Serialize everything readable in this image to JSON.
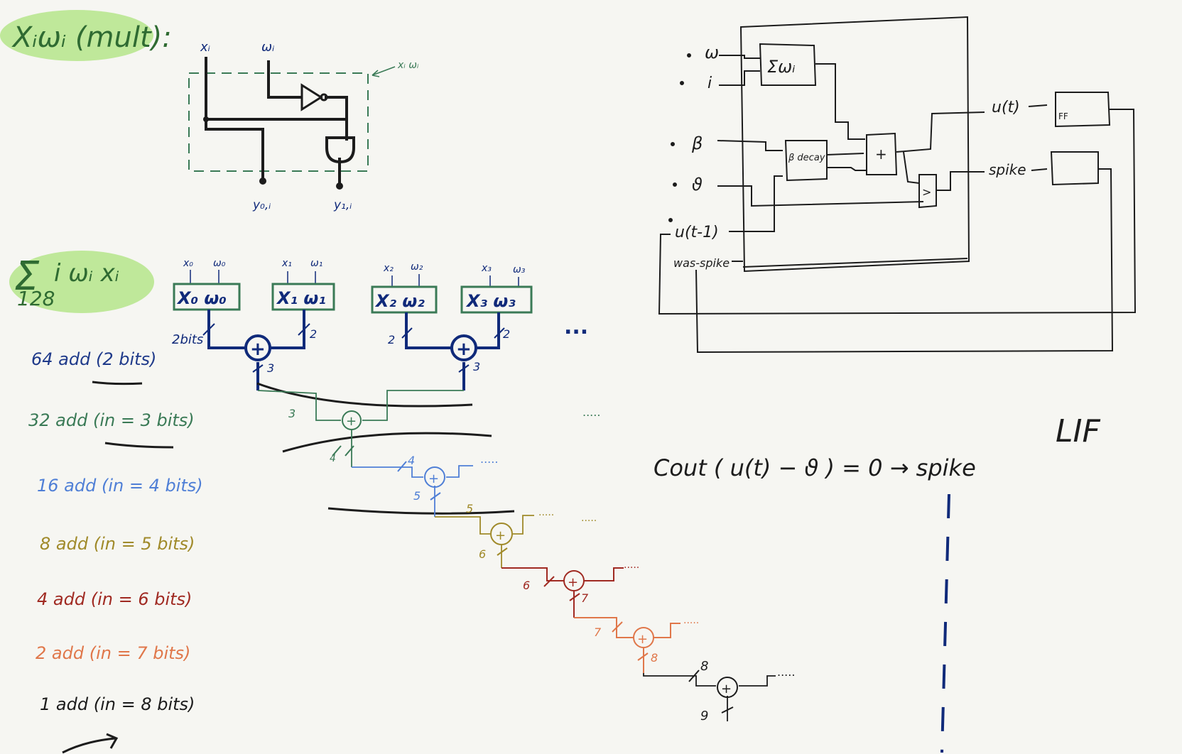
{
  "mult_section": {
    "title": "Xᵢωᵢ (mult):",
    "in_x": "xᵢ",
    "in_w": "ωᵢ",
    "box_label": "xᵢ ωᵢ",
    "out_y0": "y₀,ᵢ",
    "out_y1": "y₁,ᵢ"
  },
  "sum_section": {
    "title_sigma": "Σ",
    "title_sub": "128",
    "title_rest": "i ωᵢ xᵢ",
    "blocks": [
      {
        "label": "X₀ ω₀",
        "in_x": "x₀",
        "in_w": "ω₀"
      },
      {
        "label": "X₁ ω₁",
        "in_x": "x₁",
        "in_w": "ω₁"
      },
      {
        "label": "X₂ ω₂",
        "in_x": "x₂",
        "in_w": "ω₂"
      },
      {
        "label": "X₃ ω₃",
        "in_x": "x₃",
        "in_w": "ω₃"
      }
    ],
    "ellipsis": "...",
    "bit_labels": {
      "b2bits": "2bits",
      "b2a": "2",
      "b2b": "2",
      "b2c": "2",
      "b3a": "3",
      "b3b": "3",
      "b3c": "3",
      "b4a": "4",
      "b4b": "4",
      "b5a": "5",
      "b5b": "5",
      "b6a": "6",
      "b6b": "6",
      "b7a": "7",
      "b7b": "7",
      "b8a": "8",
      "b8b": "8",
      "b9": "9"
    },
    "adder_symbol": "+",
    "dots": "....."
  },
  "levels": [
    {
      "text": "64 add (2 bits)",
      "color": "#1f3a8a"
    },
    {
      "text": "32 add (in = 3 bits)",
      "color": "#3a7a56"
    },
    {
      "text": "16 add (in = 4 bits)",
      "color": "#4f7fd6"
    },
    {
      "text": "8 add (in = 5 bits)",
      "color": "#a08a2a"
    },
    {
      "text": "4 add (in = 6 bits)",
      "color": "#a02a22"
    },
    {
      "text": "2 add (in = 7 bits)",
      "color": "#e0774a"
    },
    {
      "text": "1 add (in = 8 bits)",
      "color": "#1c1c1c"
    }
  ],
  "lif": {
    "inputs": [
      "ω",
      "i",
      "β",
      "ϑ",
      "u(t-1)",
      "was-spike"
    ],
    "sum_block": "Σωᵢ",
    "decay_block": "β decay",
    "adder_block": "+",
    "compare_block": ">",
    "out_u": "u(t)",
    "out_spike": "spike",
    "ff_label": "FF",
    "label": "LIF"
  },
  "formula": "Cout ( u(t) − ϑ ) = 0 → spike",
  "colors": {
    "navy": "#102a7a",
    "green_highlight": "#bfe89a",
    "green": "#3a7a56",
    "blue": "#4f7fd6",
    "olive": "#a08a2a",
    "red": "#a02a22",
    "orange": "#e0774a"
  }
}
